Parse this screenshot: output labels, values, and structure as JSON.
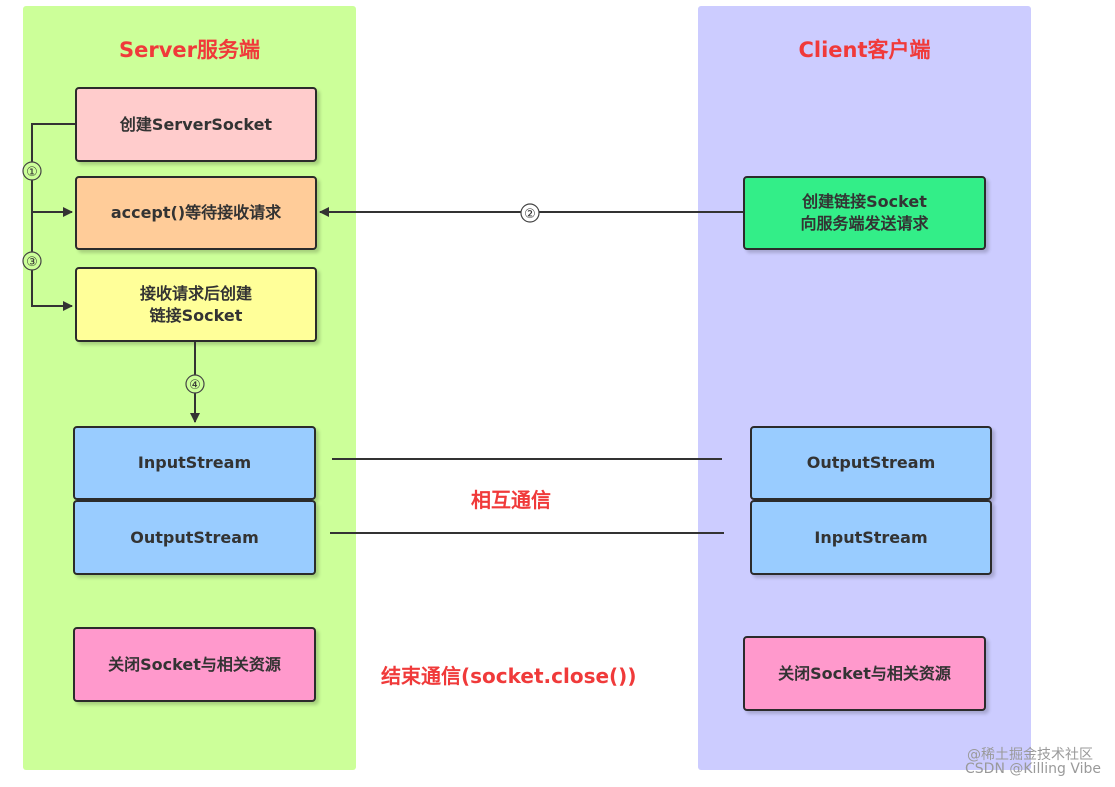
{
  "server": {
    "title": "Server服务端",
    "create_server_socket": "创建ServerSocket",
    "accept_wait": "accept()等待接收请求",
    "create_link_socket_line1": "接收请求后创建",
    "create_link_socket_line2": "链接Socket",
    "input_stream": "InputStream",
    "output_stream": "OutputStream",
    "close": "关闭Socket与相关资源"
  },
  "client": {
    "title": "Client客户端",
    "create_socket_line1": "创建链接Socket",
    "create_socket_line2": "向服务端发送请求",
    "output_stream": "OutputStream",
    "input_stream": "InputStream",
    "close": "关闭Socket与相关资源"
  },
  "labels": {
    "mutual_communication": "相互通信",
    "end_communication": "结束通信(socket.close())"
  },
  "steps": {
    "step1": "①",
    "step2": "②",
    "step3": "③",
    "step4": "④"
  },
  "watermark": {
    "line1": "@稀土掘金技术社区",
    "line2": "CSDN @Killing Vibe"
  },
  "colors": {
    "server_bg": "#ccff99",
    "client_bg": "#ccccff",
    "title_red": "#f03a3a",
    "create_server_socket_fill": "#ffcccc",
    "accept_fill": "#ffcc99",
    "link_socket_fill": "#ffff99",
    "stream_fill": "#99ccff",
    "close_fill": "#ff99cc",
    "client_create_fill": "#33ee88"
  }
}
